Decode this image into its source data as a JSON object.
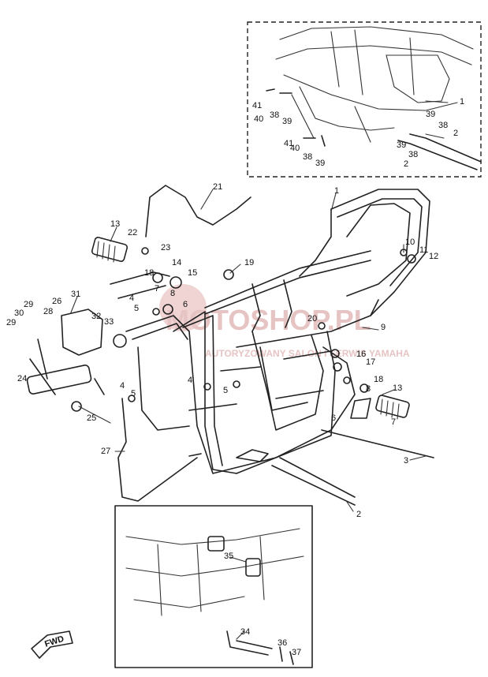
{
  "watermark": {
    "text": "MOTOSHOP.PL",
    "subtext": "AUTORYZOWANY SALON I SERWIS YAMAHA",
    "color": "#e7c4c4"
  },
  "fwd_label": "FWD",
  "callouts": [
    {
      "id": "c1a",
      "text": "1"
    },
    {
      "id": "c2a",
      "text": "2"
    },
    {
      "id": "c38a",
      "text": "38"
    },
    {
      "id": "c39a",
      "text": "39"
    },
    {
      "id": "c39b",
      "text": "39"
    },
    {
      "id": "c38b",
      "text": "38"
    },
    {
      "id": "c2b",
      "text": "2"
    },
    {
      "id": "c41a",
      "text": "41"
    },
    {
      "id": "c40a",
      "text": "40"
    },
    {
      "id": "c38c",
      "text": "38"
    },
    {
      "id": "c39c",
      "text": "39"
    },
    {
      "id": "c41b",
      "text": "41"
    },
    {
      "id": "c40b",
      "text": "40"
    },
    {
      "id": "c38d",
      "text": "38"
    },
    {
      "id": "c39d",
      "text": "39"
    },
    {
      "id": "c21",
      "text": "21"
    },
    {
      "id": "c1b",
      "text": "1"
    },
    {
      "id": "c13a",
      "text": "13"
    },
    {
      "id": "c22",
      "text": "22"
    },
    {
      "id": "c23",
      "text": "23"
    },
    {
      "id": "c14",
      "text": "14"
    },
    {
      "id": "c18a",
      "text": "18"
    },
    {
      "id": "c15",
      "text": "15"
    },
    {
      "id": "c19",
      "text": "19"
    },
    {
      "id": "c7a",
      "text": "7"
    },
    {
      "id": "c4a",
      "text": "4"
    },
    {
      "id": "c8a",
      "text": "8"
    },
    {
      "id": "c6a",
      "text": "6"
    },
    {
      "id": "c5a",
      "text": "5"
    },
    {
      "id": "c10",
      "text": "10"
    },
    {
      "id": "c11",
      "text": "11"
    },
    {
      "id": "c12",
      "text": "12"
    },
    {
      "id": "c31",
      "text": "31"
    },
    {
      "id": "c26",
      "text": "26"
    },
    {
      "id": "c29a",
      "text": "29"
    },
    {
      "id": "c30",
      "text": "30"
    },
    {
      "id": "c28",
      "text": "28"
    },
    {
      "id": "c29b",
      "text": "29"
    },
    {
      "id": "c32",
      "text": "32"
    },
    {
      "id": "c33",
      "text": "33"
    },
    {
      "id": "c20",
      "text": "20"
    },
    {
      "id": "c9",
      "text": "9"
    },
    {
      "id": "c16",
      "text": "16"
    },
    {
      "id": "c17",
      "text": "17"
    },
    {
      "id": "c24",
      "text": "24"
    },
    {
      "id": "c4b",
      "text": "4"
    },
    {
      "id": "c5b",
      "text": "5"
    },
    {
      "id": "c4c",
      "text": "4"
    },
    {
      "id": "c5c",
      "text": "5"
    },
    {
      "id": "c18b",
      "text": "18"
    },
    {
      "id": "c8b",
      "text": "8"
    },
    {
      "id": "c13b",
      "text": "13"
    },
    {
      "id": "c6b",
      "text": "6"
    },
    {
      "id": "c7b",
      "text": "7"
    },
    {
      "id": "c25",
      "text": "25"
    },
    {
      "id": "c27",
      "text": "27"
    },
    {
      "id": "c3",
      "text": "3"
    },
    {
      "id": "c2c",
      "text": "2"
    },
    {
      "id": "c35",
      "text": "35"
    },
    {
      "id": "c34",
      "text": "34"
    },
    {
      "id": "c36",
      "text": "36"
    },
    {
      "id": "c37",
      "text": "37"
    }
  ]
}
